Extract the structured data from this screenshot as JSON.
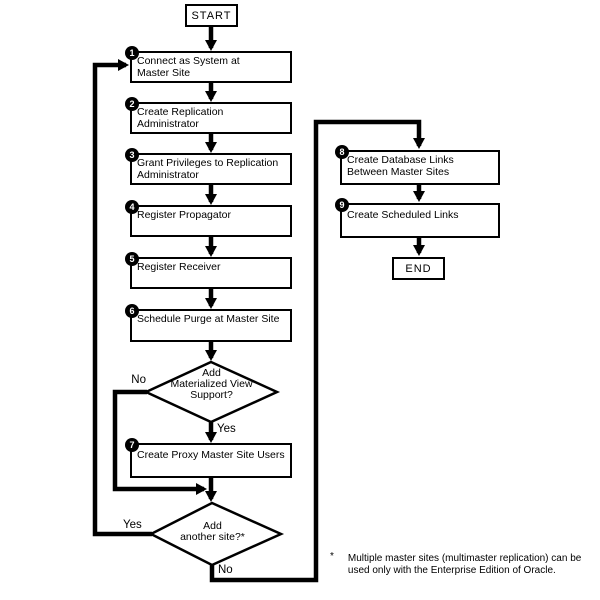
{
  "diagram": {
    "start_label": "START",
    "end_label": "END",
    "steps": [
      {
        "num": "1",
        "label": "Connect as System at\nMaster Site"
      },
      {
        "num": "2",
        "label": "Create Replication\nAdministrator"
      },
      {
        "num": "3",
        "label": "Grant Privileges to Replication\nAdministrator"
      },
      {
        "num": "4",
        "label": "Register Propagator"
      },
      {
        "num": "5",
        "label": "Register Receiver"
      },
      {
        "num": "6",
        "label": "Schedule Purge at Master Site"
      },
      {
        "num": "7",
        "label": "Create Proxy Master Site Users"
      },
      {
        "num": "8",
        "label": "Create Database Links\nBetween Master Sites"
      },
      {
        "num": "9",
        "label": "Create Scheduled Links"
      }
    ],
    "decisions": [
      {
        "label": "Add\nMaterialized View\nSupport?",
        "no_label": "No",
        "yes_label": "Yes"
      },
      {
        "label": "Add\nanother site?*",
        "yes_label": "Yes",
        "no_label": "No"
      }
    ],
    "footnote": {
      "marker": "*",
      "text": "Multiple master sites (multimaster replication) can be\nused only with the Enterprise Edition of Oracle."
    },
    "colors": {
      "line": "#000000",
      "background": "#ffffff",
      "badge_bg": "#000000",
      "badge_text": "#ffffff"
    }
  }
}
